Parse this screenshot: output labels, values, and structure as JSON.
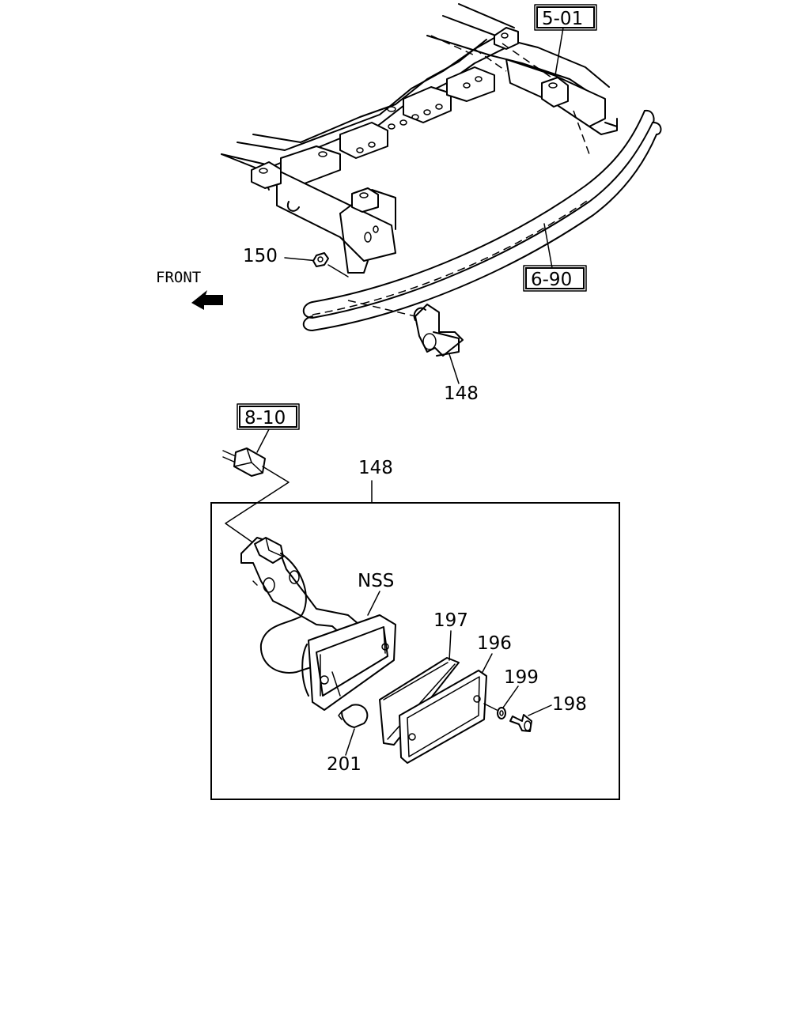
{
  "refs": {
    "r501": "5-01",
    "r690": "6-90",
    "r810": "8-10"
  },
  "direction_label": "FRONT",
  "callouts": {
    "c150": "150",
    "c148_top": "148",
    "c148_box": "148",
    "nss": "NSS",
    "c197": "197",
    "c196": "196",
    "c199": "199",
    "c198": "198",
    "c201": "201"
  }
}
